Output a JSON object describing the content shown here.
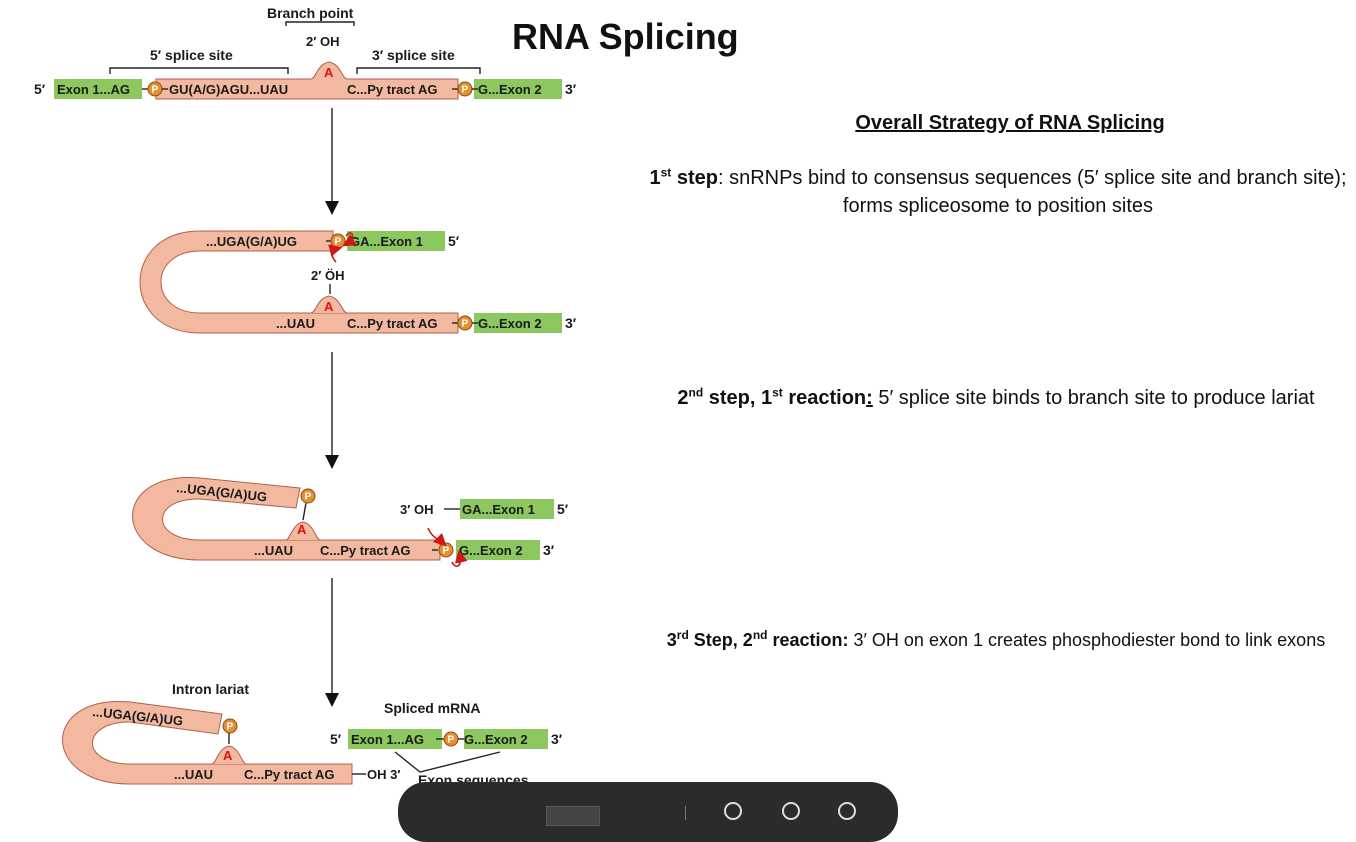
{
  "title": "RNA Splicing",
  "diagram": {
    "labels": {
      "branch_point": "Branch point",
      "five_splice_site": "5′ splice site",
      "three_splice_site": "3′ splice site",
      "two_oh": "2′ OH",
      "two_oh_dot": "2′ ÖH",
      "three_oh": "3′ OH",
      "oh_three": "OH 3′",
      "intron_lariat": "Intron lariat",
      "spliced_mrna": "Spliced mRNA",
      "exon_sequences": "Exon sequences",
      "five_prime": "5′",
      "three_prime": "3′",
      "phosphate": "P",
      "adenine": "A"
    },
    "sequences": {
      "exon1_ag": "Exon 1...AG",
      "intron_5": "GU(A/G)AGU...UAU",
      "c_py_tract": "C...Py tract AG",
      "g_exon2": "G...Exon 2",
      "uga_ug": "...UGA(G/A)UG",
      "ga_exon1": "GA...Exon 1",
      "uau": "...UAU"
    }
  },
  "strategy": {
    "heading": "Overall Strategy of RNA Splicing",
    "step1": {
      "ordinal": "1",
      "ordinal_sup": "st",
      "label": " step",
      "text": ": snRNPs bind to consensus sequences (5′ splice site and branch site); forms spliceosome to position sites"
    },
    "step2": {
      "ordinal": "2",
      "ordinal_sup": "nd",
      "label_mid": " step, 1",
      "label_sup": "st",
      "label_end": " reaction",
      "colon": ":",
      "text": " 5′ splice site binds to branch site to produce lariat"
    },
    "step3": {
      "ordinal": "3",
      "ordinal_sup": "rd",
      "label_mid": " Step, 2",
      "label_sup": "nd",
      "label_end": " reaction:",
      "text": " 3′ OH on exon 1 creates phosphodiester bond to link exons"
    }
  },
  "colors": {
    "exon": "#8cc760",
    "intron": "#f2b9a0",
    "phosphate": "#e3902e",
    "adenine": "#e01010"
  }
}
